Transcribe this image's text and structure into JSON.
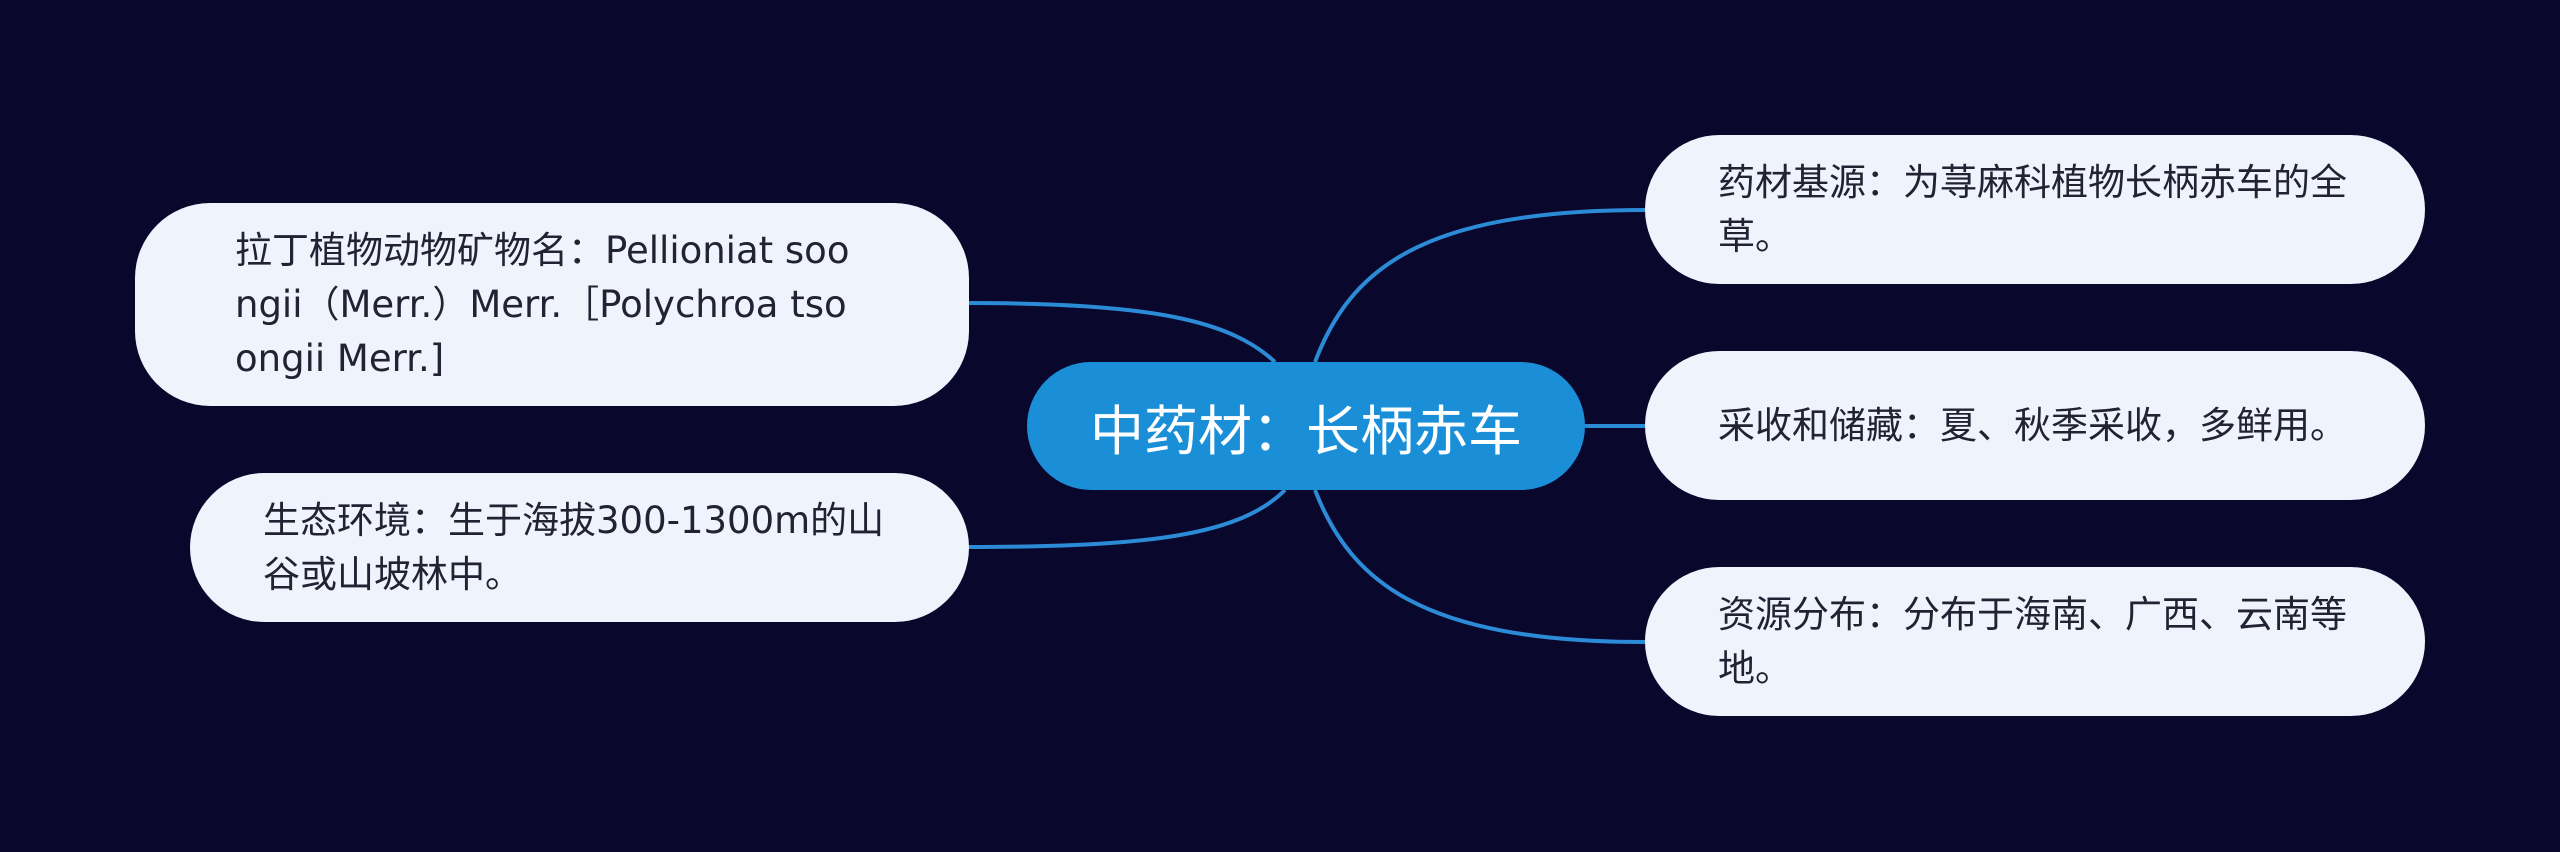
{
  "colors": {
    "background": "#0a072c",
    "center_fill": "#1a8fd8",
    "node_fill": "#eef3fc",
    "connector": "#2b8bd6"
  },
  "center": {
    "label": "中药材：长柄赤车"
  },
  "left_nodes": [
    {
      "label": "拉丁植物动物矿物名：Pellioniat soongii（Merr.）Merr.［Polychroa tsoongii Merr.]"
    },
    {
      "label": "生态环境：生于海拔300-1300m的山谷或山坡林中。"
    }
  ],
  "right_nodes": [
    {
      "label": "药材基源：为荨麻科植物长柄赤车的全草。"
    },
    {
      "label": "采收和储藏：夏、秋季采收，多鲜用。"
    },
    {
      "label": "资源分布：分布于海南、广西、云南等地。"
    }
  ]
}
